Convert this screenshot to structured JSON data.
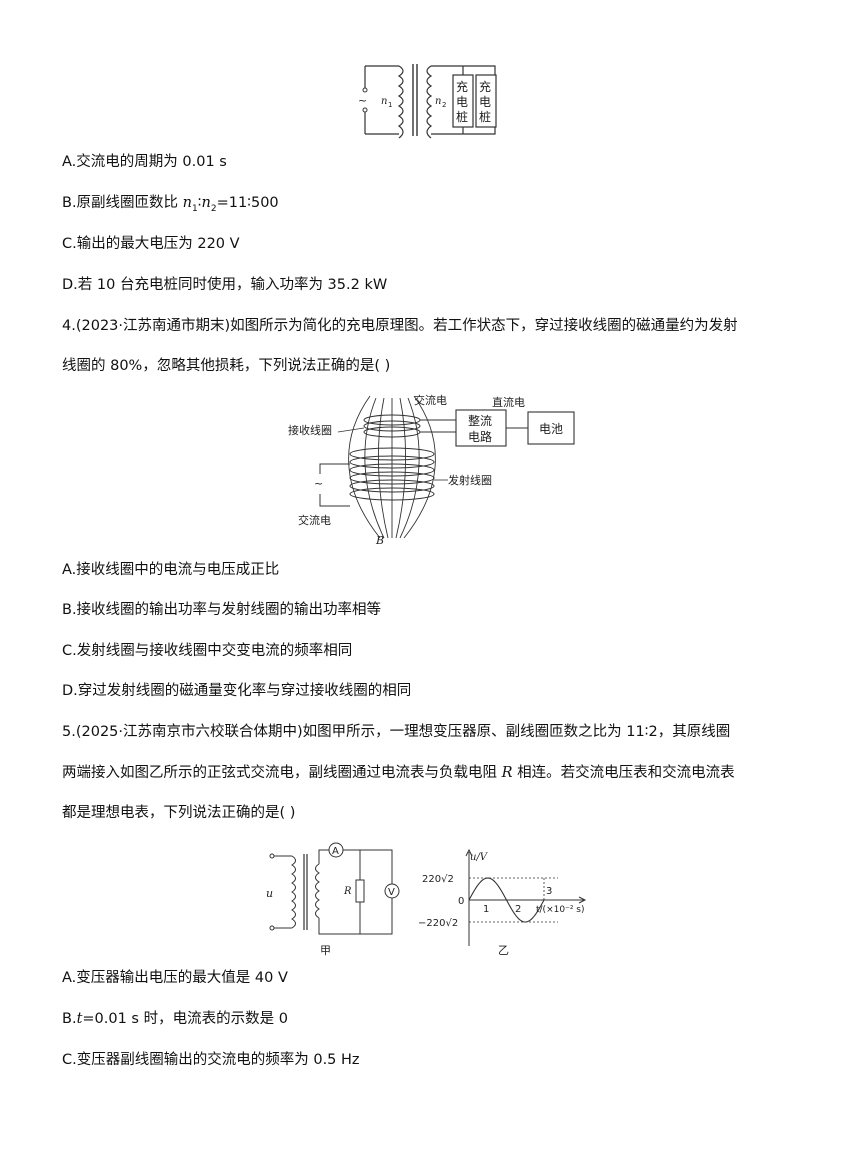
{
  "fig1": {
    "tilde": "~",
    "n1": "n",
    "n1_sub": "1",
    "n2": "n",
    "n2_sub": "2",
    "pile1": [
      "充",
      "电",
      "桩"
    ],
    "pile2": [
      "充",
      "电",
      "桩"
    ]
  },
  "q3": {
    "optA": "A.交流电的周期为 0.01  s",
    "optB_pre": "B.原副线圈匝数比 ",
    "optB_n1": "n",
    "optB_s1": "1",
    "optB_mid": "∶",
    "optB_n2": "n",
    "optB_s2": "2",
    "optB_post": "=11∶500",
    "optC": "C.输出的最大电压为 220  V",
    "optD": "D.若 10 台充电桩同时使用，输入功率为 35.2  kW"
  },
  "q4": {
    "stem_line1": "4.(2023·江苏南通市期末)如图所示为简化的充电原理图。若工作状态下，穿过接收线圈的磁通量约为发射",
    "stem_line2": "线圈的 80%，忽略其他损耗，下列说法正确的是(        )",
    "optA": "A.接收线圈中的电流与电压成正比",
    "optB": "B.接收线圈的输出功率与发射线圈的输出功率相等",
    "optC": "C.发射线圈与接收线圈中交变电流的频率相同",
    "optD": "D.穿过发射线圈的磁通量变化率与穿过接收线圈的相同"
  },
  "fig2": {
    "ac_top": "交流电",
    "dc_top": "直流电",
    "rect1": "整流",
    "rect2": "电路",
    "battery": "电池",
    "recv_coil": "接收线圈",
    "send_coil": "发射线圈",
    "tilde": "~",
    "ac_bottom": "交流电",
    "B": "B"
  },
  "q5": {
    "stem_line1": "5.(2025·江苏南京市六校联合体期中)如图甲所示，一理想变压器原、副线圈匝数之比为 11∶2，其原线圈",
    "stem_line2_pre": "两端接入如图乙所示的正弦式交流电，副线圈通过电流表与负载电阻 ",
    "stem_line2_R": "R",
    "stem_line2_post": " 相连。若交流电压表和交流电流表",
    "stem_line3": "都是理想电表，下列说法正确的是(        )",
    "optA": "A.变压器输出电压的最大值是 40  V",
    "optB_pre": "B.",
    "optB_t": "t",
    "optB_post": "=0.01  s 时，电流表的示数是 0",
    "optC": "C.变压器副线圈输出的交流电的频率为 0.5  Hz"
  },
  "fig3": {
    "u": "u",
    "A": "A",
    "R": "R",
    "V": "V",
    "jia": "甲",
    "yi": "乙",
    "u_axis": "u/V",
    "pos": "220√2",
    "neg": "−220√2",
    "zero": "0",
    "t1": "1",
    "t2": "2",
    "t3": "3",
    "t_axis": "t/(×10⁻² s)"
  }
}
